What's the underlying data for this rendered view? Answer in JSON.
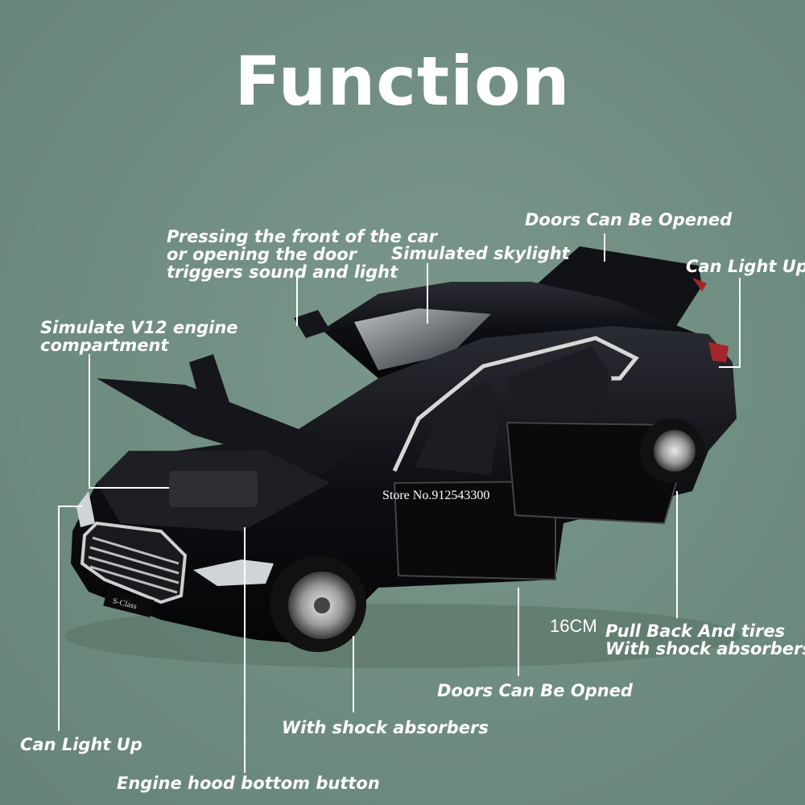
{
  "title": "Function",
  "watermark": "Store No.912543300",
  "car_badge": "S-Class",
  "labels": {
    "pressing": [
      "Pressing the front of the car",
      "or opening the door",
      "triggers sound and light"
    ],
    "skylight": "Simulated skylight",
    "doors_top": "Doors  Can Be Opened",
    "light_rear": "Can Light Up",
    "engine": [
      "Simulate V12 engine",
      "compartment"
    ],
    "size": "16CM",
    "pullback": [
      "Pull Back And tires",
      "With shock absorbers"
    ],
    "doors_bottom": "Doors Can Be Opned",
    "shock": "With shock absorbers",
    "light_front": "Can Light Up",
    "hood_button": "Engine hood bottom button"
  },
  "colors": {
    "background": "#6f8c80",
    "text": "#ffffff",
    "car_body": "#0c0c10"
  }
}
